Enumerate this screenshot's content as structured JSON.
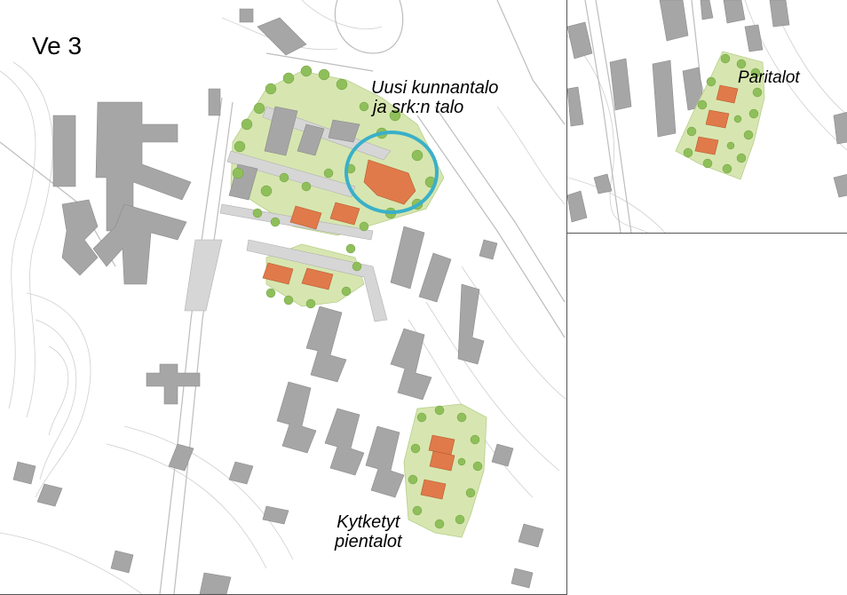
{
  "variant_label": "Ve 3",
  "annotations": {
    "town_hall": {
      "line1": "Uusi kunnantalo",
      "line2": "ja srk:n talo"
    },
    "paired_houses": "Paritalot",
    "linked_houses": {
      "line1": "Kytketyt",
      "line2": "pientalot"
    }
  },
  "colors": {
    "existing_building": "#a6a6a6",
    "new_building": "#e07a4a",
    "park_green": "#d7e6b0",
    "tree": "#8fbf5a",
    "road": "#c8c8c8",
    "highlight_circle": "#3ab0c8",
    "contour_line": "#c9c9c9"
  }
}
